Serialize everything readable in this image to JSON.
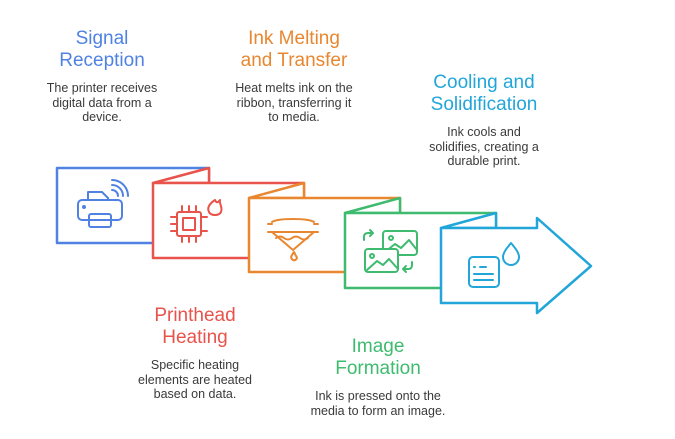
{
  "colors": {
    "signal": "#4f82e3",
    "heating": "#e8534b",
    "melting": "#e8872f",
    "formation": "#3fbb6f",
    "cooling": "#22a6d9"
  },
  "steps": [
    {
      "title_l1": "Signal",
      "title_l2": "Reception",
      "desc": "The printer receives digital data from a device.",
      "icon": "wireless-printer-icon"
    },
    {
      "title_l1": "Printhead",
      "title_l2": "Heating",
      "desc": "Specific heating elements are heated based on data.",
      "icon": "hot-chip-icon"
    },
    {
      "title_l1": "Ink Melting",
      "title_l2": "and Transfer",
      "desc": "Heat melts ink on the ribbon, transferring it to media.",
      "icon": "melting-drip-icon"
    },
    {
      "title_l1": "Image",
      "title_l2": "Formation",
      "desc": "Ink is pressed onto the media to form an image.",
      "icon": "image-swap-icon"
    },
    {
      "title_l1": "Cooling and",
      "title_l2": "Solidification",
      "desc": "Ink cools and solidifies, creating a durable print.",
      "icon": "document-drop-icon"
    }
  ]
}
